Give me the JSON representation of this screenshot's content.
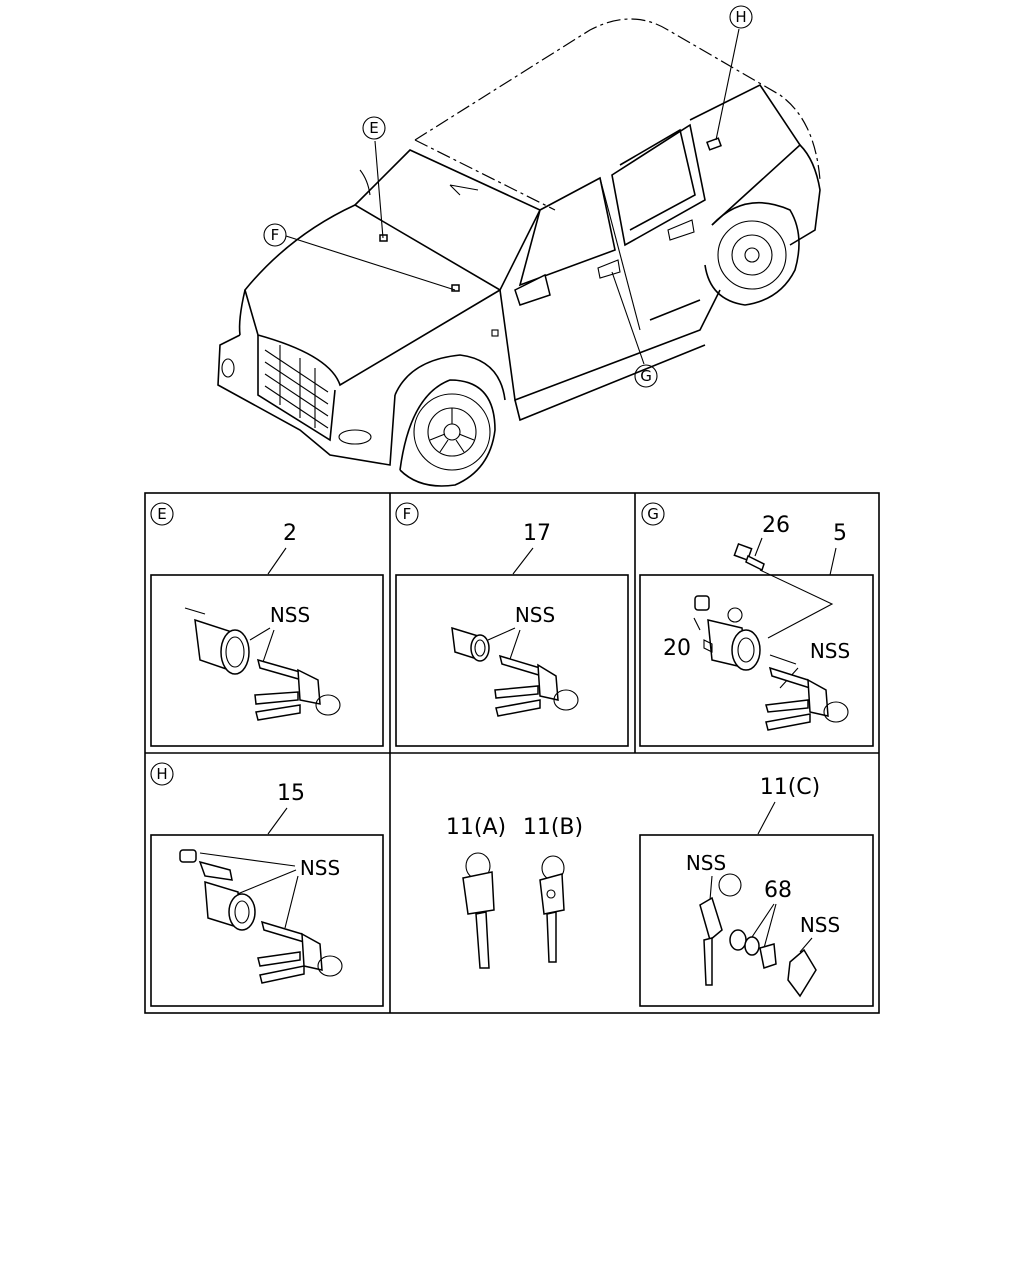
{
  "callouts": {
    "vehicle": {
      "e": "E",
      "f": "F",
      "g": "G",
      "h": "H"
    }
  },
  "panels": [
    {
      "id": "E",
      "callout": "E",
      "part_number": "2",
      "tags": [
        "NSS"
      ]
    },
    {
      "id": "F",
      "callout": "F",
      "part_number": "17",
      "tags": [
        "NSS"
      ]
    },
    {
      "id": "G",
      "callout": "G",
      "part_numbers": [
        "26",
        "5",
        "20"
      ],
      "tags": [
        "NSS"
      ]
    },
    {
      "id": "H",
      "callout": "H",
      "part_number": "15",
      "tags": [
        "NSS"
      ]
    },
    {
      "id": "keys",
      "labels": [
        "11(A)",
        "11(B)",
        "11(C)",
        "68"
      ],
      "tags": [
        "NSS",
        "NSS"
      ]
    }
  ],
  "colors": {
    "line": "#000000",
    "background": "#ffffff"
  }
}
